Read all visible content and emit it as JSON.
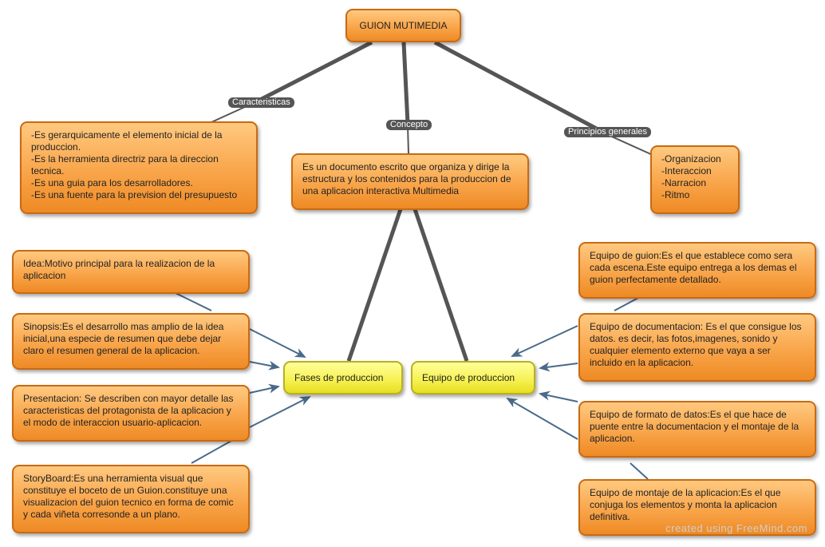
{
  "root": {
    "title": "GUION MUTIMEDIA"
  },
  "links": {
    "caracteristicas": "Caracteristicas",
    "concepto": "Concepto",
    "principios": "Principios generales"
  },
  "nodes": {
    "caracteristicas": "-Es gerarquicamente el elemento inicial de la produccion.\n-Es la herramienta directriz para la direccion tecnica.\n-Es una guia para los desarrolladores.\n-Es una fuente para la prevision del presupuesto",
    "concepto": "Es un documento escrito que organiza y dirige la estructura y los contenidos para la produccion de una aplicacion interactiva Multimedia",
    "principios": "-Organizacion\n-Interaccion\n-Narracion\n-Ritmo",
    "fases": "Fases de produccion",
    "equipo": "Equipo de produccion",
    "idea": "Idea:Motivo principal para la realizacion de la aplicacion",
    "sinopsis": "Sinopsis:Es el desarrollo mas amplio de la idea inicial,una especie de resumen que debe dejar claro el resumen general de la aplicacion.",
    "presentacion": "Presentacion: Se describen con mayor detalle las caracteristicas del protagonista de la aplicacion y el modo de interaccion usuario-aplicacion.",
    "storyboard": "StoryBoard:Es una herramienta visual que constituye el boceto de un Guion.constituye una visualizacion del guion tecnico en forma de comic y cada viñeta corresonde a un plano.",
    "equipo_guion": "Equipo de guion:Es el que establece como sera cada escena.Este equipo entrega a los demas el guion perfectamente detallado.",
    "equipo_documentacion": "Equipo de documentacion: Es el que consigue los datos. es decir, las fotos,imagenes, sonido y cualquier elemento externo que vaya a ser incluido en la aplicacion.",
    "equipo_formato": "Equipo de formato de datos:Es el que hace de puente entre la documentacion y el montaje  de la aplicacion.",
    "equipo_montaje": "Equipo de montaje de la aplicacion:Es el que conjuga los elementos y monta la aplicacion definitiva."
  },
  "watermark": "created using FreeMind.com",
  "colors": {
    "node_orange": "#f9a54a",
    "node_yellow": "#f6f050",
    "line": "#555555",
    "arrow": "#4a6a8a"
  }
}
